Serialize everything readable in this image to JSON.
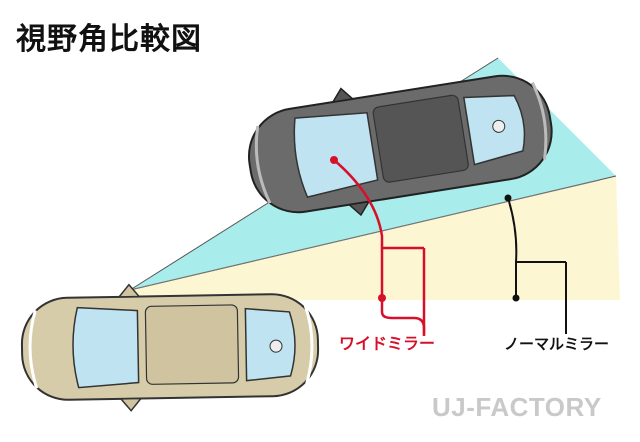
{
  "title": "視野角比較図",
  "labels": {
    "wide_mirror": "ワイドミラー",
    "normal_mirror": "ノーマルミラー"
  },
  "brand": "UJ-FACTORY",
  "colors": {
    "wide_zone": "#a8ecec",
    "normal_zone": "#fcf6d2",
    "red_line": "#d7102a",
    "black_line": "#111111",
    "car_gray": "#6b6b6b",
    "car_beige": "#d6cca9",
    "window_blue": "#bfe3f0"
  },
  "icons": {
    "top_car": "gray-car-topview-icon",
    "bottom_car": "beige-car-topview-icon"
  }
}
